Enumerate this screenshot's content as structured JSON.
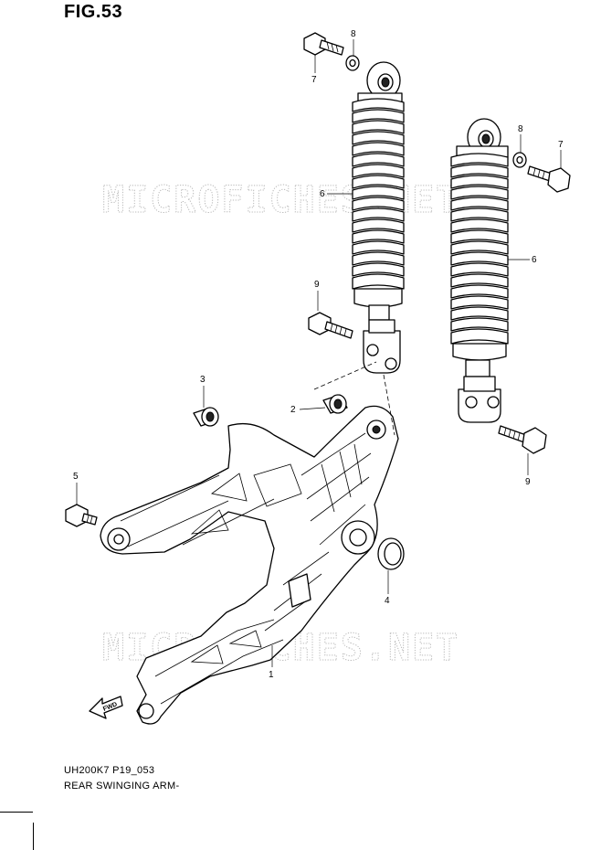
{
  "figure": {
    "title": "FIG.53"
  },
  "footer": {
    "code": "UH200K7 P19_053",
    "name": "REAR SWINGING ARM-"
  },
  "watermark": {
    "text": "MICROFICHES.NET",
    "color": "#b9b9b9"
  },
  "arrow": {
    "label": "FWD"
  },
  "callouts": {
    "c8a": "8",
    "c7a": "7",
    "c8b": "8",
    "c7b": "7",
    "c6a": "6",
    "c6b": "6",
    "c9a": "9",
    "c9b": "9",
    "c3": "3",
    "c2": "2",
    "c5": "5",
    "c4": "4",
    "c1": "1"
  }
}
